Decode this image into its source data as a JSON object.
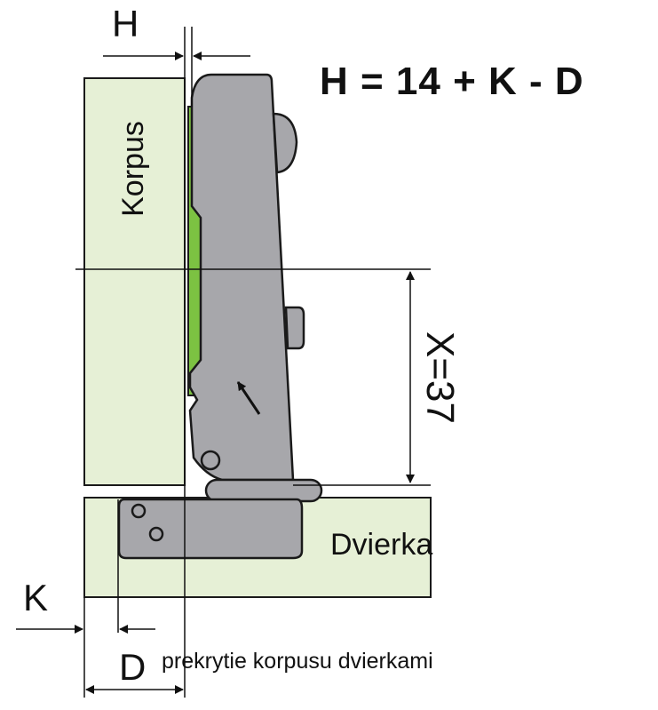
{
  "formula": "H = 14 + K - D",
  "labels": {
    "h": "H",
    "korpus": "Korpus",
    "x_dimension": "X=37",
    "dvierka": "Dvierka",
    "k": "K",
    "d": "D",
    "note": "prekrytie korpusu dvierkami"
  },
  "colors": {
    "panel_fill": "#e6f0d6",
    "hinge_gray": "#a7a7ab",
    "hinge_dark": "#8f8f94",
    "mount_green": "#7cc242",
    "outline": "#1a1a1a"
  }
}
